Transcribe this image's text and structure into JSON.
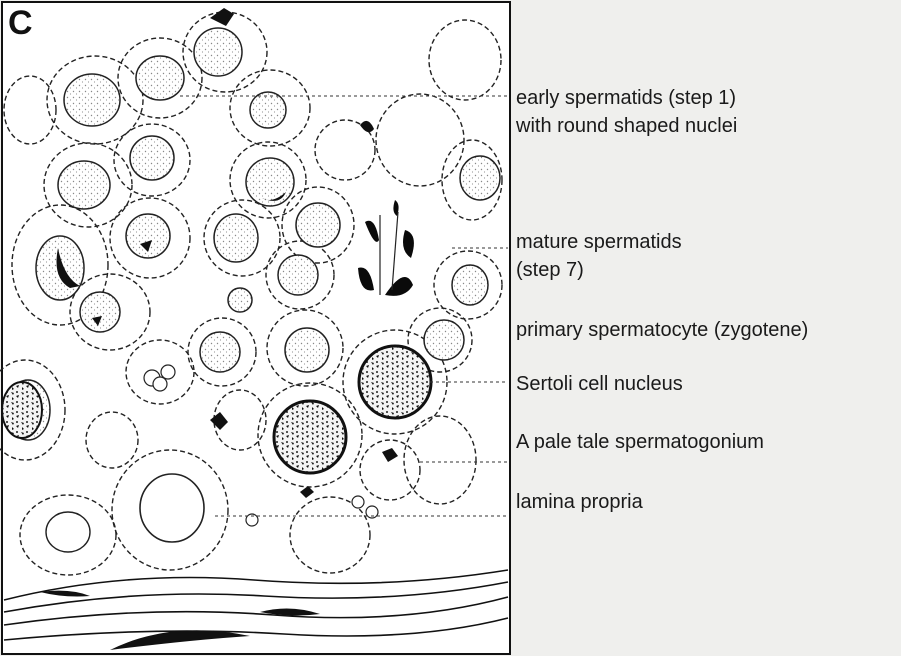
{
  "panel": {
    "letter": "C"
  },
  "labels": [
    {
      "id": "early-spermatids",
      "lines": [
        "early spermatids (step 1)",
        "with round shaped nuclei"
      ]
    },
    {
      "id": "mature-spermatids",
      "lines": [
        "mature spermatids",
        "(step 7)"
      ]
    },
    {
      "id": "primary-spermatocyte",
      "lines": [
        "primary spermatocyte (zygotene)"
      ]
    },
    {
      "id": "sertoli-nucleus",
      "lines": [
        "Sertoli cell nucleus"
      ]
    },
    {
      "id": "a-pale-spermatogonium",
      "lines": [
        "A pale tale spermatogonium"
      ]
    },
    {
      "id": "lamina-propria",
      "lines": [
        "lamina propria"
      ]
    }
  ],
  "colors": {
    "ink": "#111111",
    "background": "#efefed",
    "panel": "#ffffff",
    "stipple": "#8a8a8a"
  }
}
